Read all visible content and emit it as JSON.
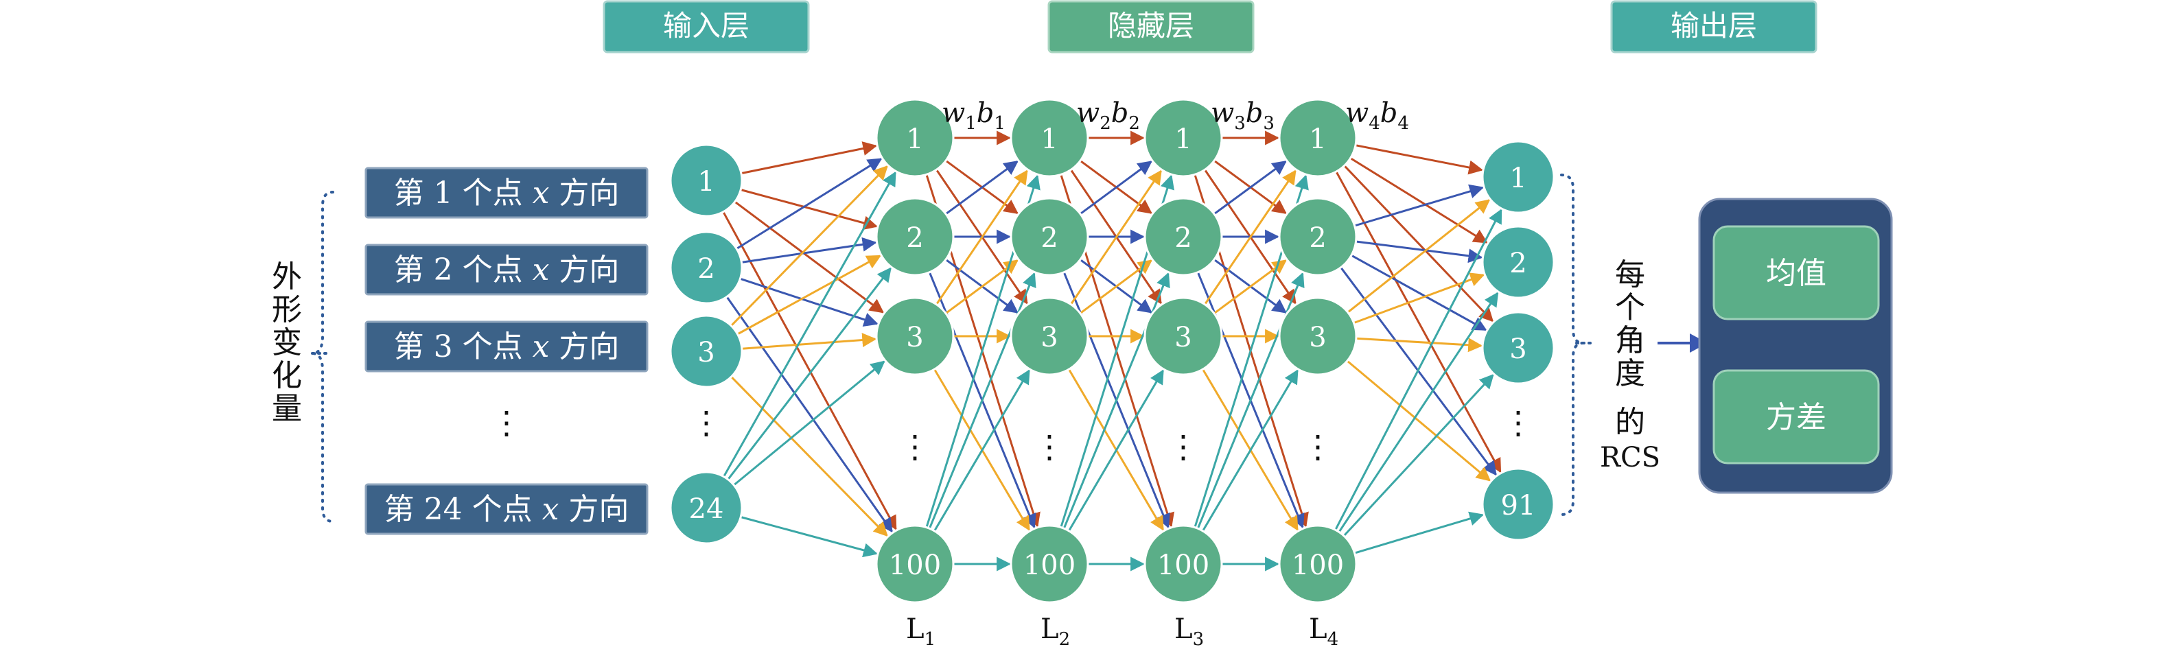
{
  "headers": {
    "input": "输入层",
    "hidden": "隐藏层",
    "output": "输出层"
  },
  "left_group_label": [
    "外",
    "形",
    "变",
    "化",
    "量"
  ],
  "input_rows": [
    {
      "pre": "第 1 个点 ",
      "var": "x",
      "post": " 方向"
    },
    {
      "pre": "第 2 个点 ",
      "var": "x",
      "post": " 方向"
    },
    {
      "pre": "第 3 个点 ",
      "var": "x",
      "post": " 方向"
    },
    {
      "pre": "第 24 个点 ",
      "var": "x",
      "post": " 方向"
    }
  ],
  "ellipsis": "⋮",
  "input_nodes": [
    "1",
    "2",
    "3",
    "24"
  ],
  "hidden_nodes": [
    "1",
    "2",
    "3",
    "100"
  ],
  "output_nodes": [
    "1",
    "2",
    "3",
    "91"
  ],
  "layer_labels": [
    {
      "base": "L",
      "sub": "1"
    },
    {
      "base": "L",
      "sub": "2"
    },
    {
      "base": "L",
      "sub": "3"
    },
    {
      "base": "L",
      "sub": "4"
    }
  ],
  "weights": [
    {
      "w": "w",
      "ws": "1",
      "b": "b",
      "bs": "1"
    },
    {
      "w": "w",
      "ws": "2",
      "b": "b",
      "bs": "2"
    },
    {
      "w": "w",
      "ws": "3",
      "b": "b",
      "bs": "3"
    },
    {
      "w": "w",
      "ws": "4",
      "b": "b",
      "bs": "4"
    }
  ],
  "right_group_label": [
    "每",
    "个",
    "角",
    "度",
    "的",
    "RCS"
  ],
  "result_box": {
    "mean": "均值",
    "variance": "方差"
  },
  "colors": {
    "header_fill": "#46aba3",
    "input_label_fill": "#3c6288",
    "input_node": "#47aba3",
    "hidden_node": "#5bae88",
    "output_node": "#47aba3",
    "result_box": "#334f7a",
    "result_item": "#5bae88",
    "edge_red": "#c14b22",
    "edge_blue": "#3a57b0",
    "edge_orange": "#f0aa2a",
    "edge_teal": "#3ba7a6",
    "dotted": "#2f5b99"
  }
}
